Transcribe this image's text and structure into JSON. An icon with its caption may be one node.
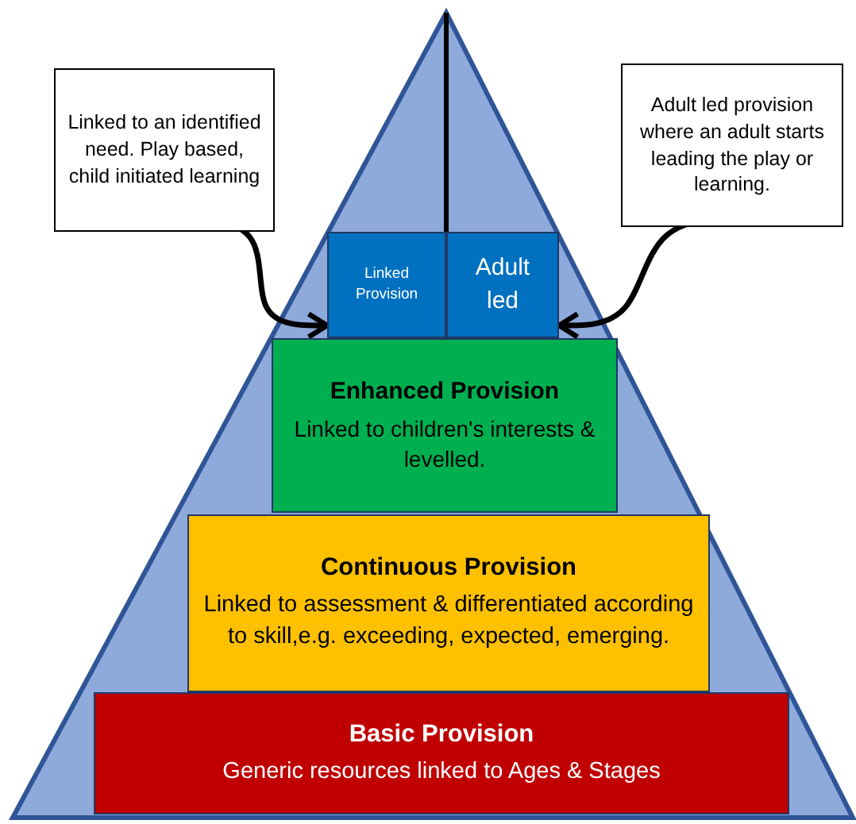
{
  "diagram": {
    "nodes": [
      {
        "text": [
          "Linked to an identified need. Play based, child initiated learning"
        ]
      },
      {
        "text": [
          "Adult led provision where an adult starts leading the play or learning."
        ]
      },
      {
        "text": [
          "Linked Provision"
        ]
      },
      {
        "text": [
          "Adult led"
        ]
      },
      {
        "text": [
          "Enhanced Provision",
          "Linked to children's interests & levelled."
        ]
      },
      {
        "text": [
          "Continuous Provision",
          "Linked to assessment & differentiated according to skill,e.g. exceeding, expected, emerging."
        ]
      },
      {
        "text": [
          "Basic Provision",
          "Generic resources linked to Ages & Stages"
        ]
      }
    ],
    "edges": [
      {
        "from": 0,
        "to": 2,
        "arrow": "to"
      },
      {
        "from": 1,
        "to": 3,
        "arrow": "to"
      }
    ]
  }
}
